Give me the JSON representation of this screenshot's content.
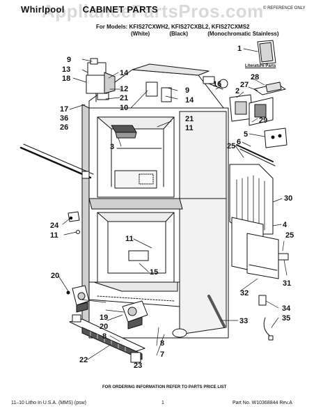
{
  "header": {
    "watermark": "AppliancePartsPros.com",
    "brand": "Whirlpool",
    "section_title": "CABINET PARTS",
    "reference_note": "© REFERENCE ONLY",
    "models_line": "For Models: KFIS27CXWH2, KFIS27CXBL2, KFIS27CXMS2",
    "variants": [
      "(White)",
      "(Black)",
      "(Monochromatic Stainless)"
    ]
  },
  "labels": {
    "literature_parts": "Literature Parts"
  },
  "callouts": [
    "1",
    "2",
    "3",
    "4",
    "5",
    "6",
    "7",
    "8",
    "9",
    "10",
    "11",
    "12",
    "13",
    "14",
    "15",
    "16",
    "17",
    "18",
    "19",
    "20",
    "21",
    "22",
    "23",
    "24",
    "25",
    "26",
    "27",
    "28",
    "29",
    "30",
    "31",
    "32",
    "33",
    "34",
    "35",
    "36"
  ],
  "footer": {
    "order_note": "FOR ORDERING INFORMATION REFER TO PARTS PRICE LIST",
    "litho": "11–10 Litho In U.S.A. (MMS) (psw)",
    "page_number": "1",
    "part_number": "Part No. W10368844 Rev.A"
  },
  "colors": {
    "ink": "#111111",
    "paper": "#ffffff",
    "shade": "#bdbdbd",
    "watermark": "#787878"
  }
}
